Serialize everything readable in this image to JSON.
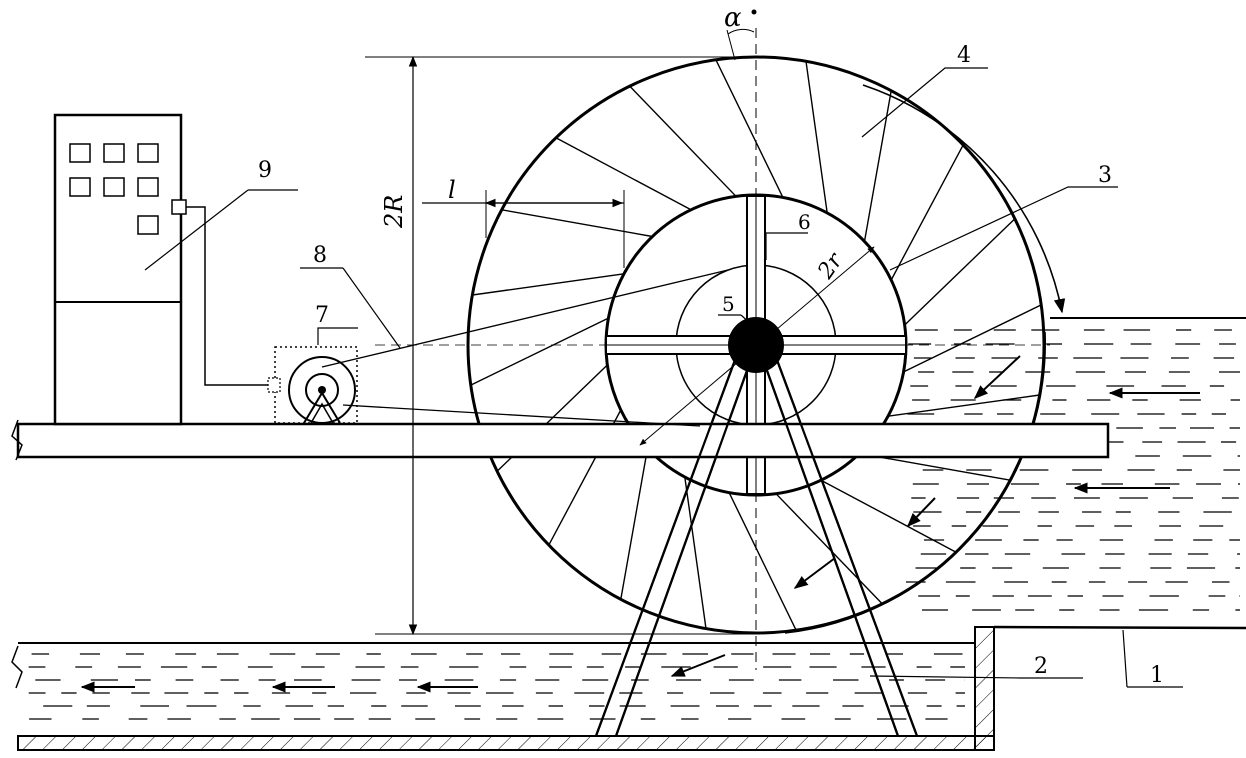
{
  "labels": {
    "n1": "1",
    "n2": "2",
    "n3": "3",
    "n4": "4",
    "n5": "5",
    "n6": "6",
    "n7": "7",
    "n8": "8",
    "n9": "9"
  },
  "dimensions": {
    "outer_diameter": "2R",
    "inner_diameter": "2r",
    "blade_length": "l",
    "blade_angle": "α"
  }
}
